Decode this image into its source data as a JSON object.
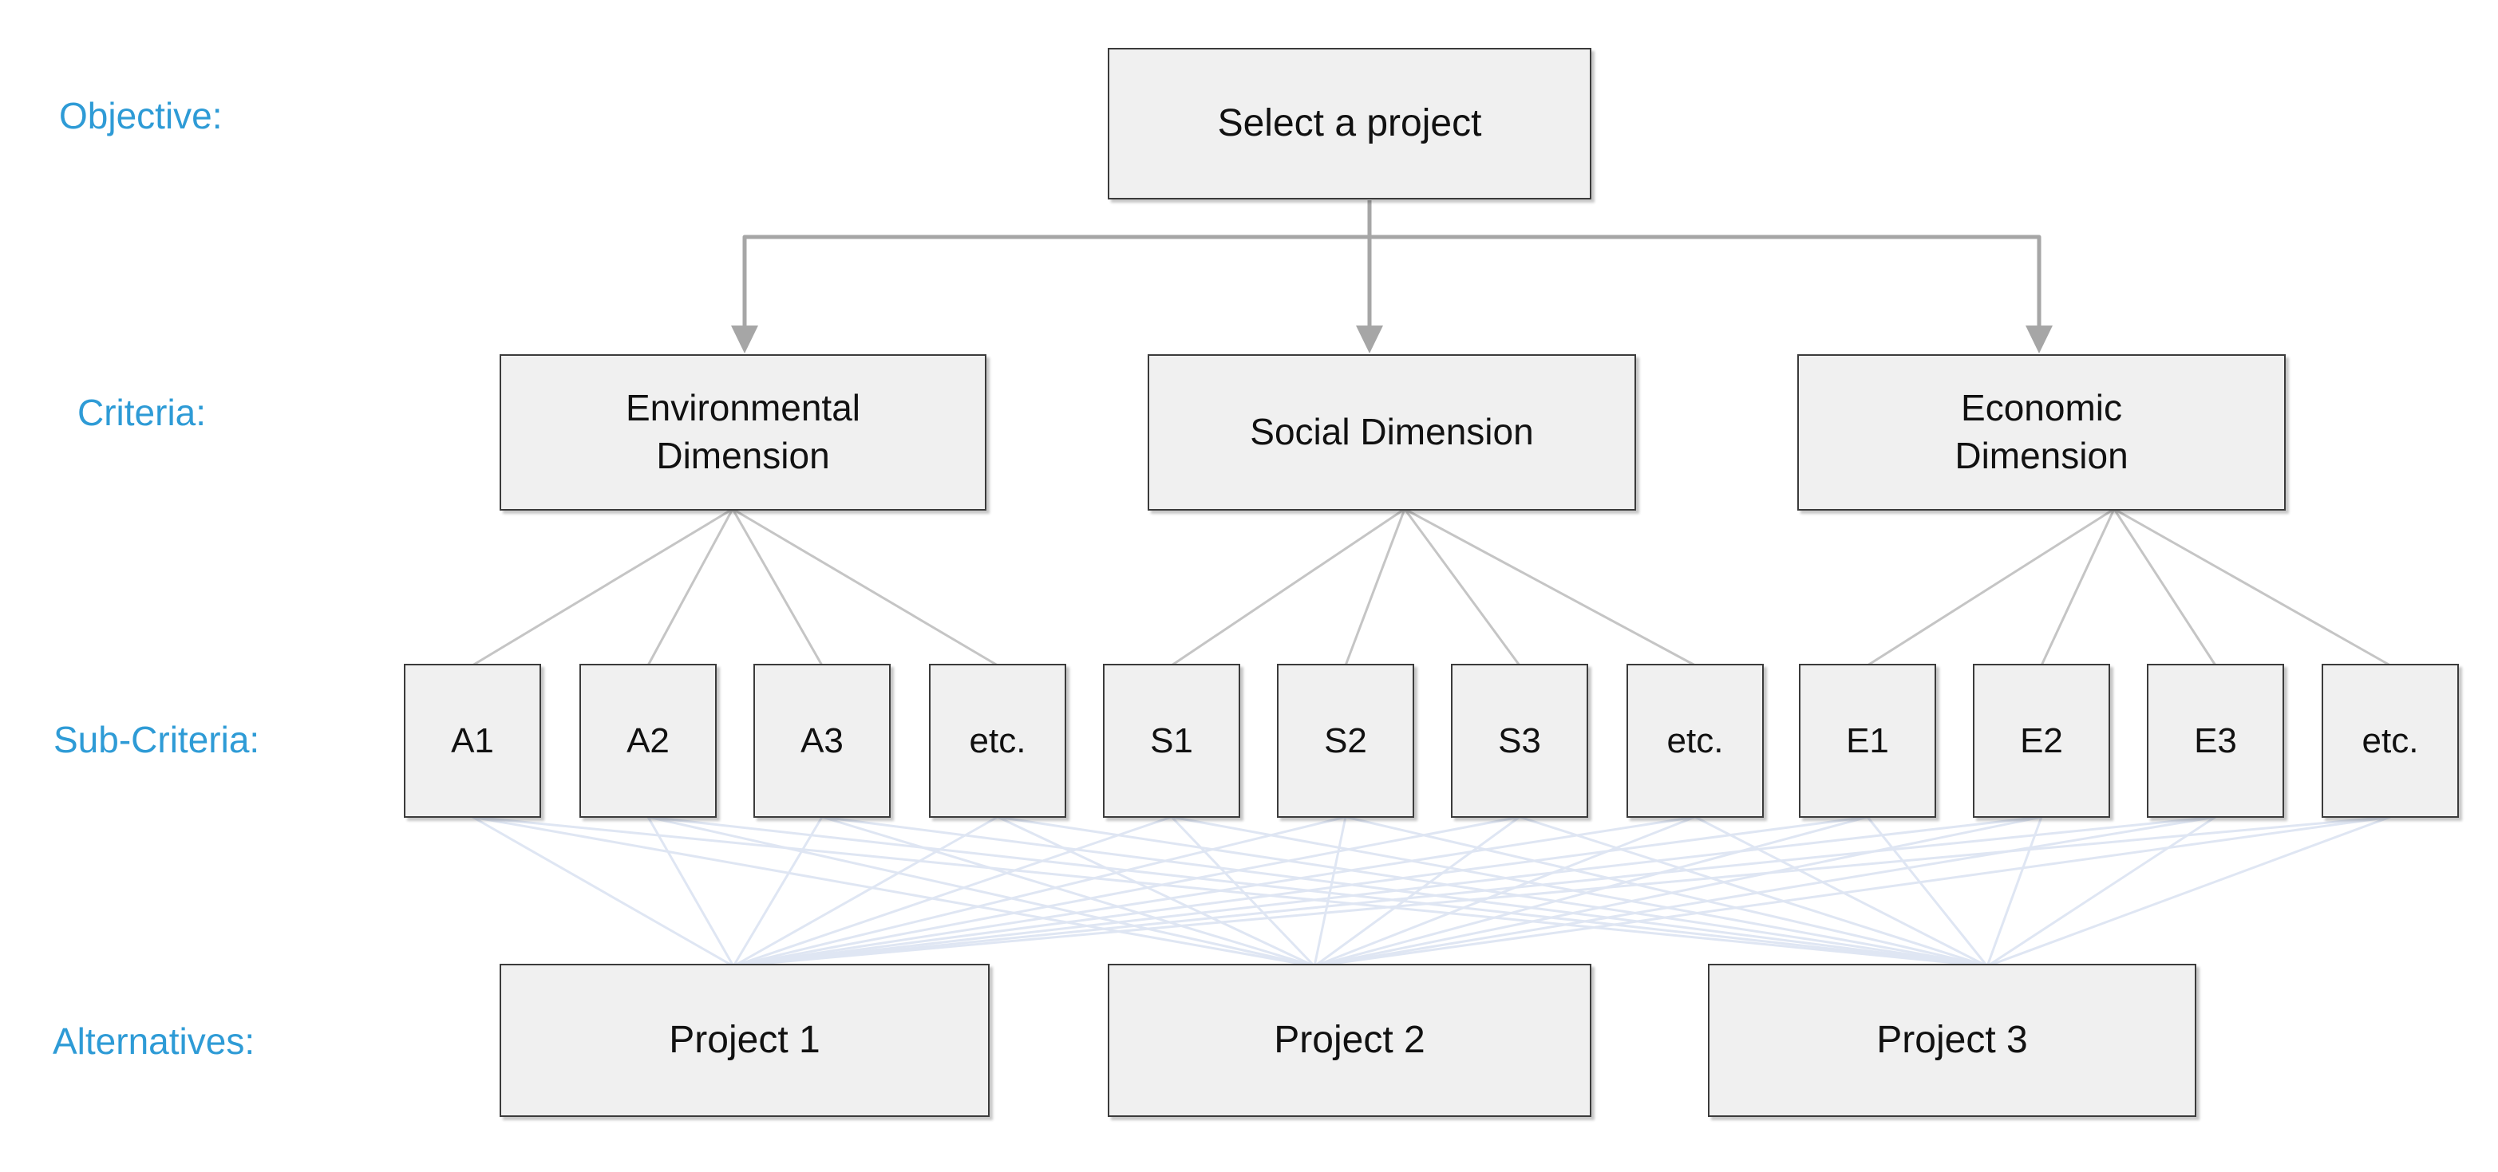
{
  "diagram": {
    "row_labels": {
      "objective": "Objective:",
      "criteria": "Criteria:",
      "sub_criteria": "Sub-Criteria:",
      "alternatives": "Alternatives:"
    },
    "objective": {
      "label": "Select a project"
    },
    "criteria": [
      {
        "id": "environmental-dimension",
        "lines": [
          "Environmental",
          "Dimension"
        ]
      },
      {
        "id": "social-dimension",
        "lines": [
          "Social Dimension"
        ]
      },
      {
        "id": "economic-dimension",
        "lines": [
          "Economic",
          "Dimension"
        ]
      }
    ],
    "sub_criteria": [
      {
        "label": "A1"
      },
      {
        "label": "A2"
      },
      {
        "label": "A3"
      },
      {
        "label": "etc."
      },
      {
        "label": "S1"
      },
      {
        "label": "S2"
      },
      {
        "label": "S3"
      },
      {
        "label": "etc."
      },
      {
        "label": "E1"
      },
      {
        "label": "E2"
      },
      {
        "label": "E3"
      },
      {
        "label": "etc."
      }
    ],
    "alternatives": [
      {
        "label": "Project 1"
      },
      {
        "label": "Project 2"
      },
      {
        "label": "Project 3"
      }
    ],
    "colors": {
      "label_blue": "#2E9BD6",
      "box_fill": "#F0F0F0",
      "box_border": "#3B3B3B",
      "text_color": "#111111",
      "connector_gray": "#A6A6A6",
      "fan_gray": "#C5C5C5",
      "web_blue": "#DFE6F3"
    }
  }
}
